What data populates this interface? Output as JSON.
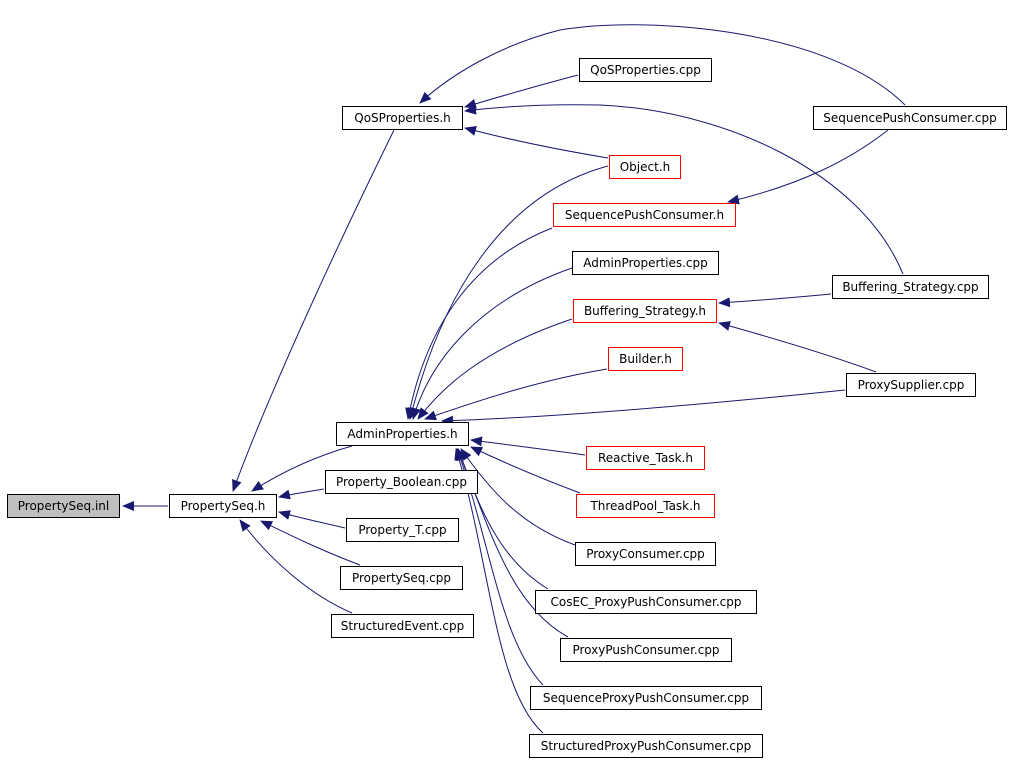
{
  "colors": {
    "edge": "#191970",
    "node_border": "#000000",
    "node_border_incomplete": "#ff0000",
    "root_fill": "#bfbfbf"
  },
  "nodes": {
    "propertyseq_inl": "PropertySeq.inl",
    "propertyseq_h": "PropertySeq.h",
    "qosproperties_h": "QoSProperties.h",
    "adminproperties_h": "AdminProperties.h",
    "property_boolean_cpp": "Property_Boolean.cpp",
    "property_t_cpp": "Property_T.cpp",
    "propertyseq_cpp": "PropertySeq.cpp",
    "structuredevent_cpp": "StructuredEvent.cpp",
    "qosproperties_cpp": "QoSProperties.cpp",
    "object_h": "Object.h",
    "sequencepushconsumer_h": "SequencePushConsumer.h",
    "adminproperties_cpp": "AdminProperties.cpp",
    "buffering_strategy_h": "Buffering_Strategy.h",
    "builder_h": "Builder.h",
    "reactive_task_h": "Reactive_Task.h",
    "threadpool_task_h": "ThreadPool_Task.h",
    "proxyconsumer_cpp": "ProxyConsumer.cpp",
    "cosec_proxypushconsumer_cpp": "CosEC_ProxyPushConsumer.cpp",
    "proxypushconsumer_cpp": "ProxyPushConsumer.cpp",
    "sequenceproxypushconsumer_cpp": "SequenceProxyPushConsumer.cpp",
    "structuredproxypushconsumer_cpp": "StructuredProxyPushConsumer.cpp",
    "sequencepushconsumer_cpp": "SequencePushConsumer.cpp",
    "buffering_strategy_cpp": "Buffering_Strategy.cpp",
    "proxysupplier_cpp": "ProxySupplier.cpp"
  }
}
